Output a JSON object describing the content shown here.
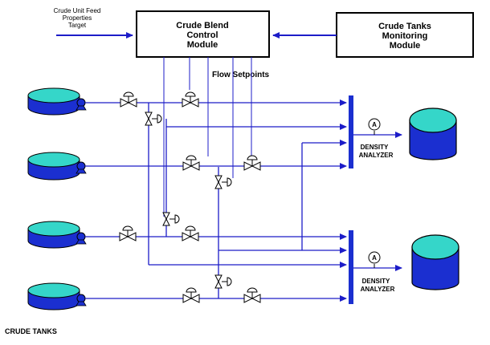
{
  "feed_target": {
    "line1": "Crude Unit Feed",
    "line2": "Properties",
    "line3": "Target"
  },
  "blend_module": {
    "line1": "Crude Blend",
    "line2": "Control",
    "line3": "Module"
  },
  "monitor_module": {
    "line1": "Crude Tanks",
    "line2": "Monitoring",
    "line3": "Module"
  },
  "flow_setpoints": "Flow Setpoints",
  "analyzer_1": {
    "symbol": "A",
    "line1": "DENSITY",
    "line2": "ANALYZER"
  },
  "analyzer_2": {
    "symbol": "A",
    "line1": "DENSITY",
    "line2": "ANALYZER"
  },
  "caption": "CRUDE TANKS",
  "colors": {
    "line": "#1c1cc8",
    "tank_top": "#35d6c9",
    "tank_body": "#1b2fd0",
    "outline": "#000000"
  }
}
